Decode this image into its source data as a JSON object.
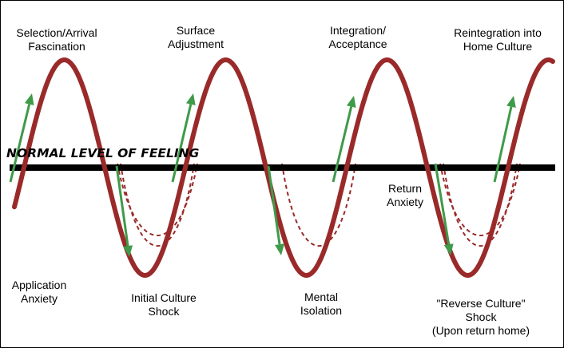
{
  "diagram": {
    "baseline_label": "NORMAL LEVEL OF FEELING",
    "stages": [
      {
        "id": "application-anxiety",
        "text": "Application\nAnxiety"
      },
      {
        "id": "selection-arrival",
        "text": "Selection/Arrival\nFascination"
      },
      {
        "id": "initial-culture-shock",
        "text": "Initial Culture\nShock"
      },
      {
        "id": "surface-adjustment",
        "text": "Surface\nAdjustment"
      },
      {
        "id": "mental-isolation",
        "text": "Mental\nIsolation"
      },
      {
        "id": "integration-acceptance",
        "text": "Integration/\nAcceptance"
      },
      {
        "id": "return-anxiety",
        "text": "Return\nAnxiety"
      },
      {
        "id": "reverse-culture-shock",
        "text": "\"Reverse Culture\"\nShock\n(Upon return home)"
      },
      {
        "id": "reintegration",
        "text": "Reintegration into\nHome Culture"
      }
    ],
    "colors": {
      "curve": "#9a2a2a",
      "curve_edge": "#6e1414",
      "arrow": "#3f9a4a",
      "baseline": "#000000"
    }
  }
}
